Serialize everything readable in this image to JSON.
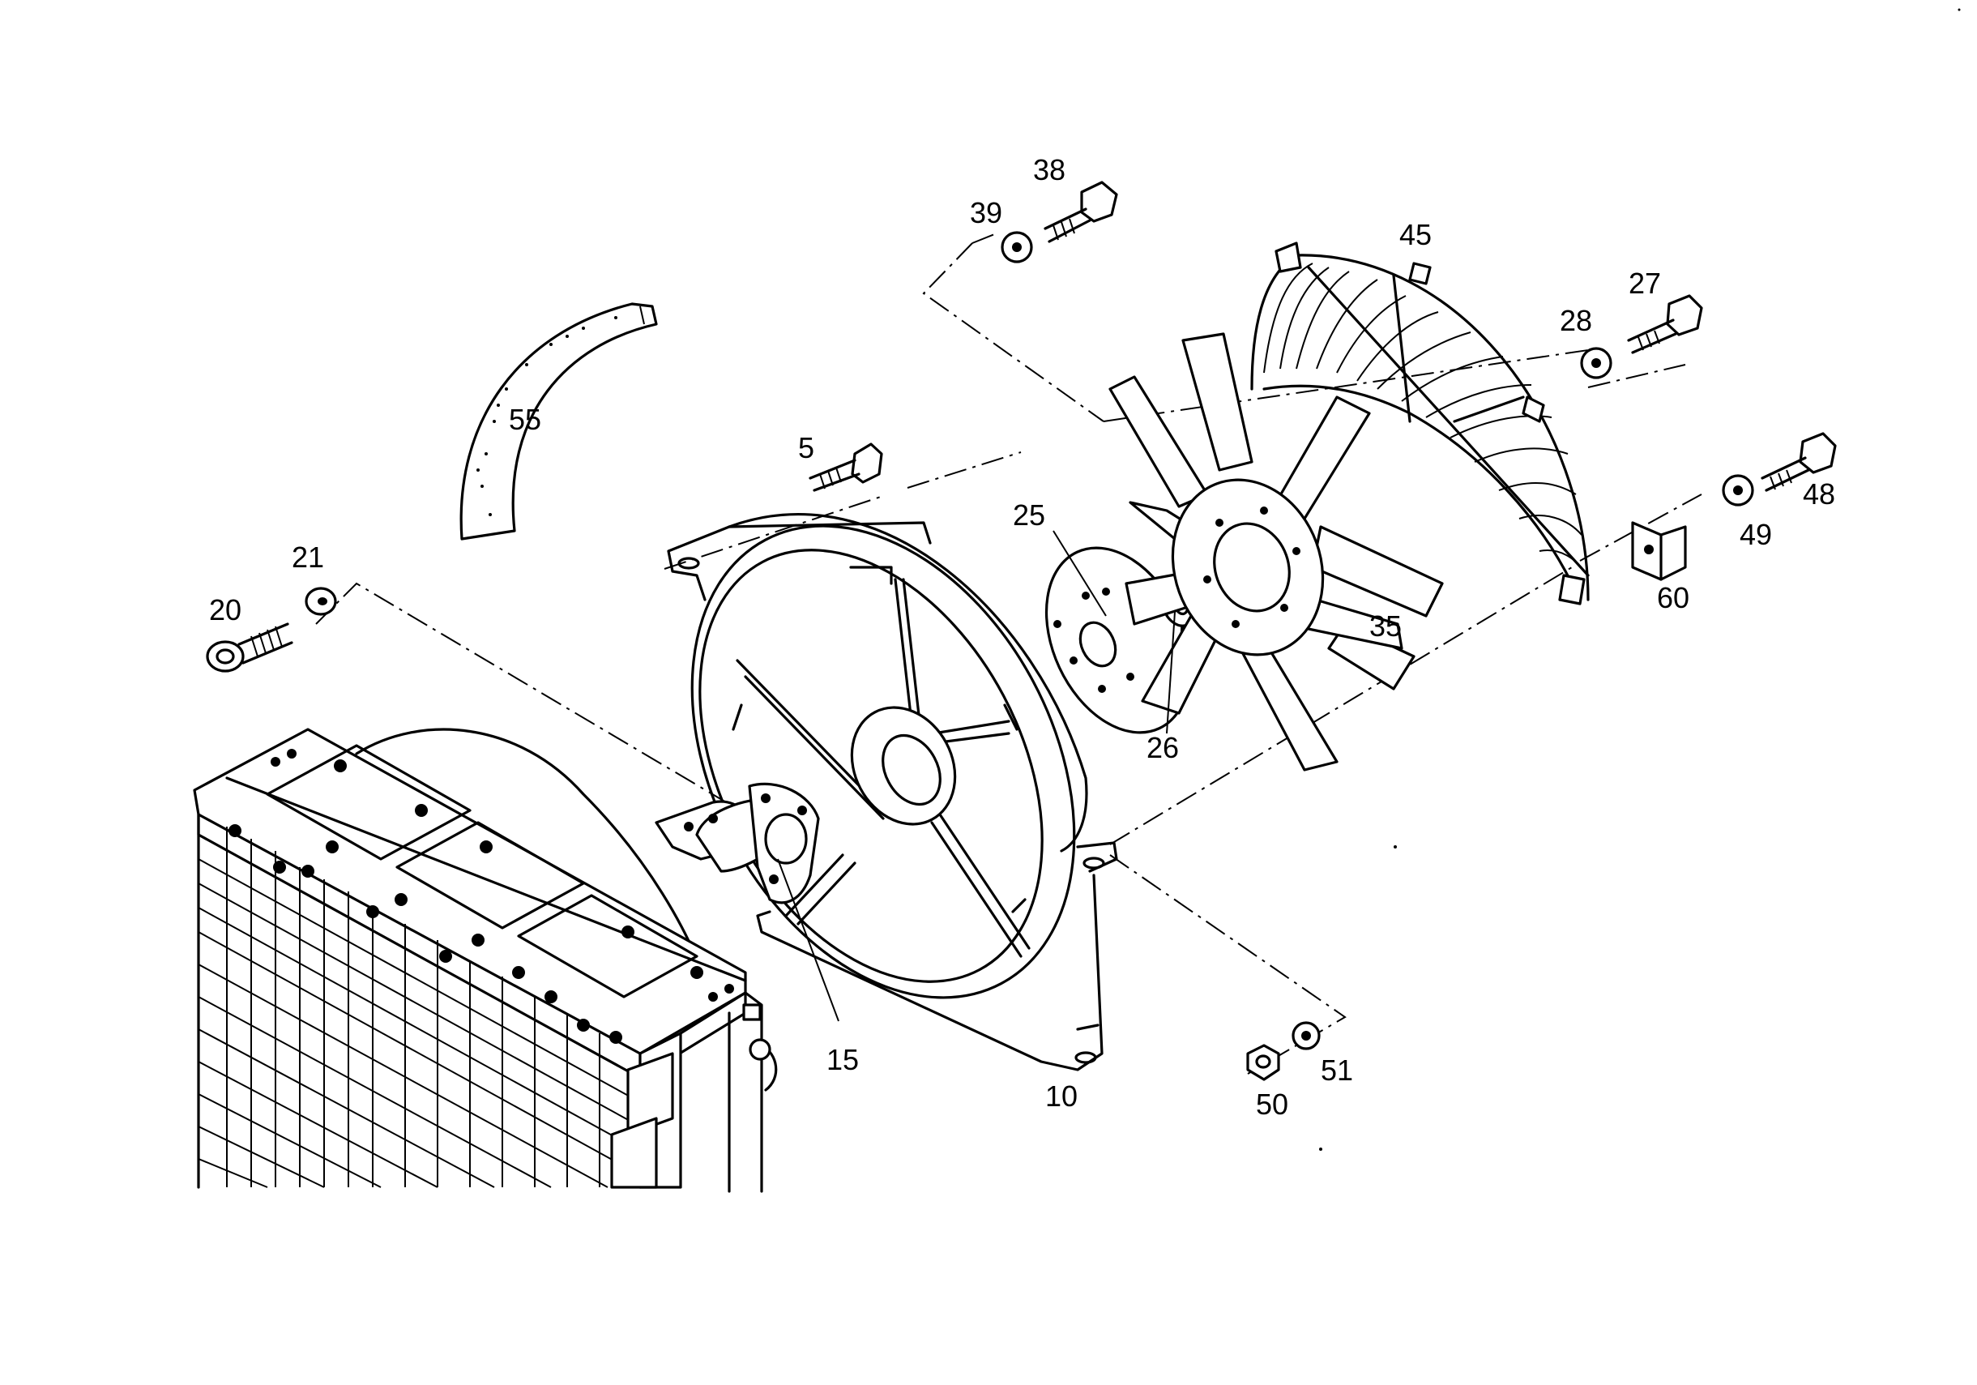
{
  "callouts": {
    "p5": "5",
    "p10": "10",
    "p15": "15",
    "p20": "20",
    "p21": "21",
    "p25": "25",
    "p26": "26",
    "p27": "27",
    "p28": "28",
    "p35": "35",
    "p38": "38",
    "p39": "39",
    "p45": "45",
    "p48": "48",
    "p49": "49",
    "p50": "50",
    "p51": "51",
    "p55": "55",
    "p60": "60"
  },
  "colors": {
    "ink": "#000000",
    "paper": "#ffffff"
  }
}
